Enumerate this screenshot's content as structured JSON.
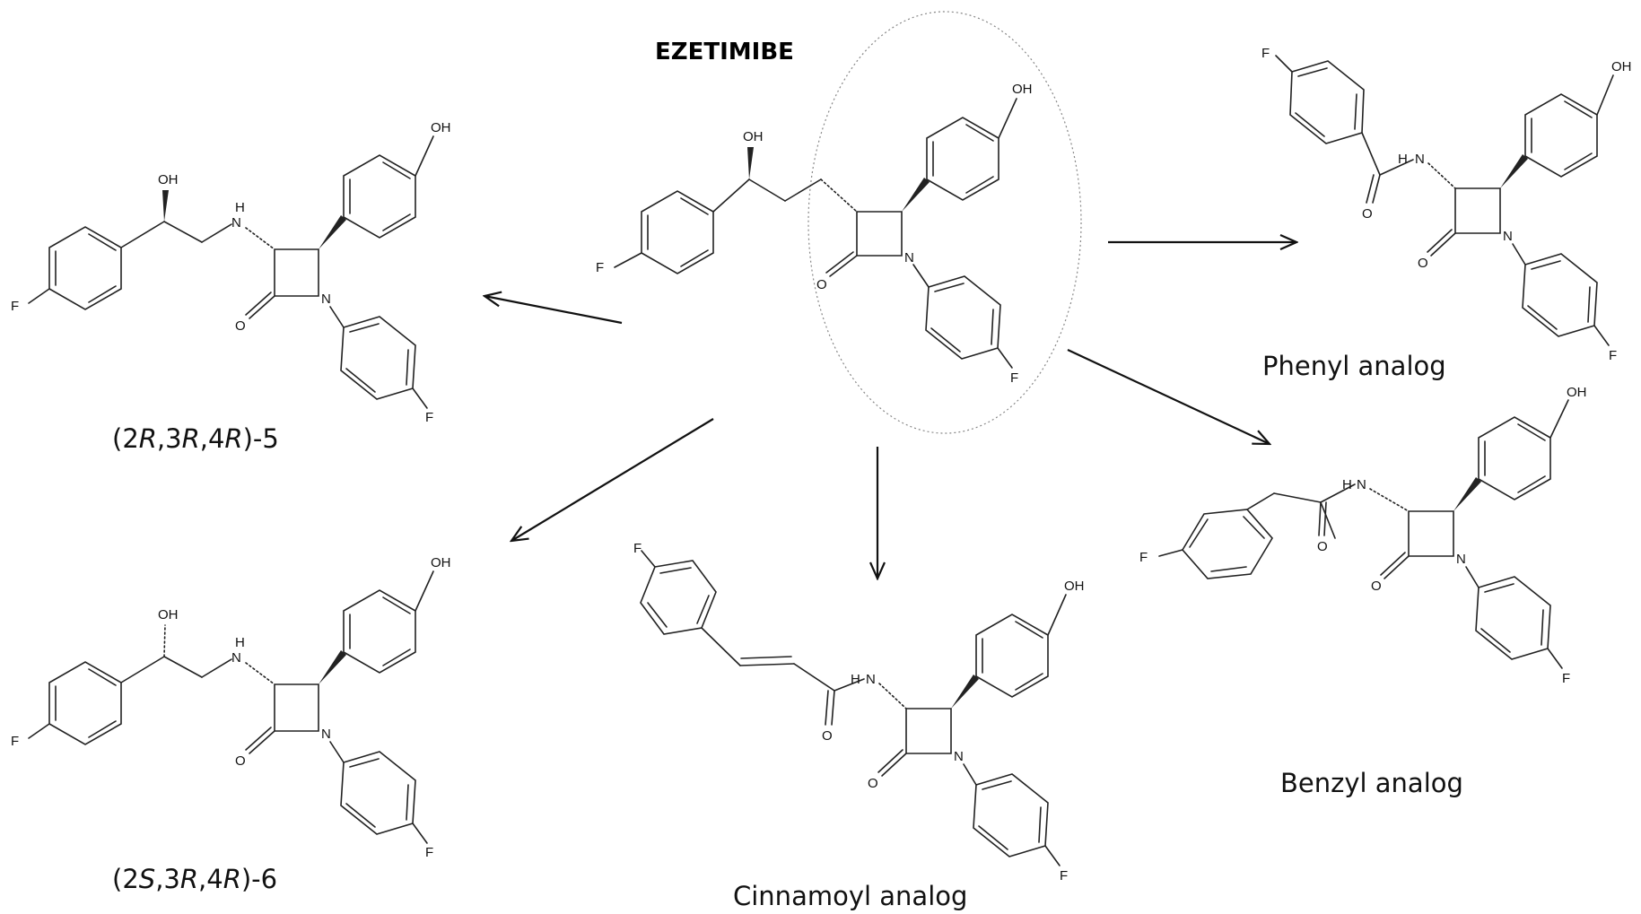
{
  "title": "EZETIMIBE",
  "atoms": {
    "hydroxyl": "OH",
    "fluorine": "F",
    "nitrogen": "N",
    "oxygen": "O",
    "amine_h": "H"
  },
  "labels": {
    "compound5": {
      "pre": "(2",
      "a": "R",
      "m1": ",3",
      "b": "R",
      "m2": ",4",
      "c": "R",
      "post": ")-5"
    },
    "compound6": {
      "pre": "(2",
      "a": "S",
      "m1": ",3",
      "b": "R",
      "m2": ",4",
      "c": "R",
      "post": ")-6"
    },
    "phenyl": "Phenyl analog",
    "benzyl": "Benzyl analog",
    "cinnamoyl": "Cinnamoyl analog"
  }
}
